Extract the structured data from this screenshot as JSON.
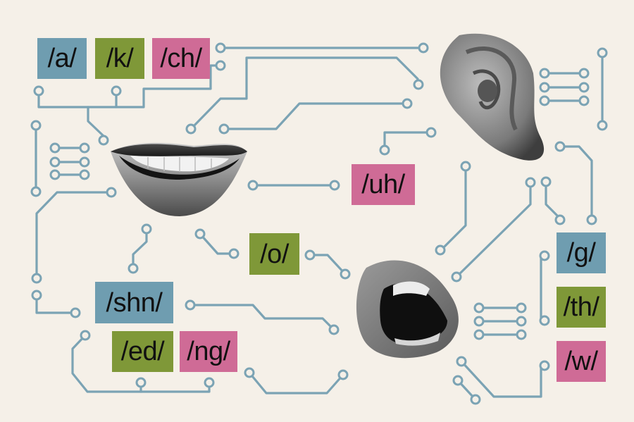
{
  "colors": {
    "background": "#f5f0e8",
    "circuit": "#7ba3b4",
    "tag_blue": "#6f9db0",
    "tag_green": "#7f9838",
    "tag_pink": "#cf6b96",
    "text": "#111111"
  },
  "phonemes": [
    {
      "id": "a",
      "label": "/a/",
      "color": "blue"
    },
    {
      "id": "k",
      "label": "/k/",
      "color": "green"
    },
    {
      "id": "ch",
      "label": "/ch/",
      "color": "pink"
    },
    {
      "id": "uh",
      "label": "/uh/",
      "color": "pink"
    },
    {
      "id": "o",
      "label": "/o/",
      "color": "green"
    },
    {
      "id": "shn",
      "label": "/shn/",
      "color": "blue"
    },
    {
      "id": "ed",
      "label": "/ed/",
      "color": "green"
    },
    {
      "id": "ng",
      "label": "/ng/",
      "color": "pink"
    },
    {
      "id": "g",
      "label": "/g/",
      "color": "blue"
    },
    {
      "id": "th",
      "label": "/th/",
      "color": "green"
    },
    {
      "id": "w",
      "label": "/w/",
      "color": "pink"
    }
  ],
  "images": {
    "smiling_mouth": "smiling-mouth",
    "open_mouth": "open-mouth",
    "ear": "ear"
  }
}
